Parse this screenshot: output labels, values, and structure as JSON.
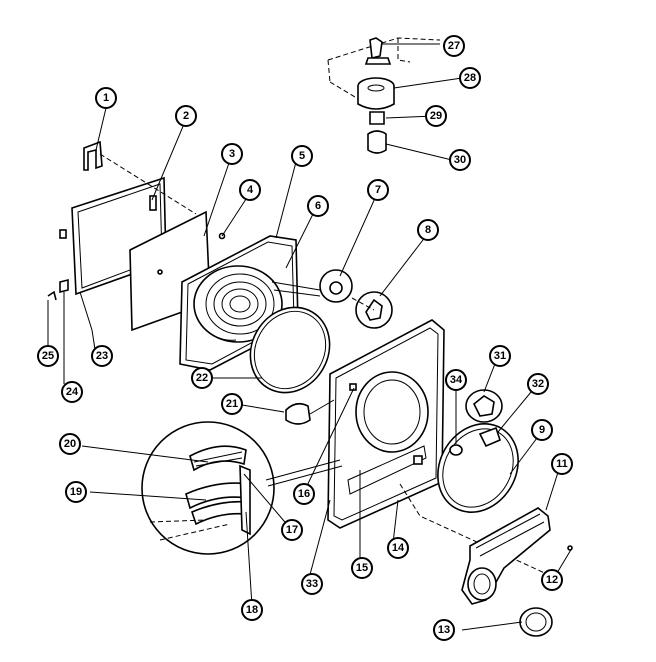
{
  "callouts": [
    "1",
    "2",
    "3",
    "4",
    "5",
    "6",
    "7",
    "8",
    "9",
    "11",
    "12",
    "13",
    "14",
    "15",
    "16",
    "17",
    "18",
    "19",
    "20",
    "21",
    "22",
    "23",
    "24",
    "25",
    "27",
    "28",
    "29",
    "30",
    "31",
    "32",
    "33",
    "34"
  ],
  "colors": {
    "line": "#000000",
    "background": "#ffffff"
  }
}
